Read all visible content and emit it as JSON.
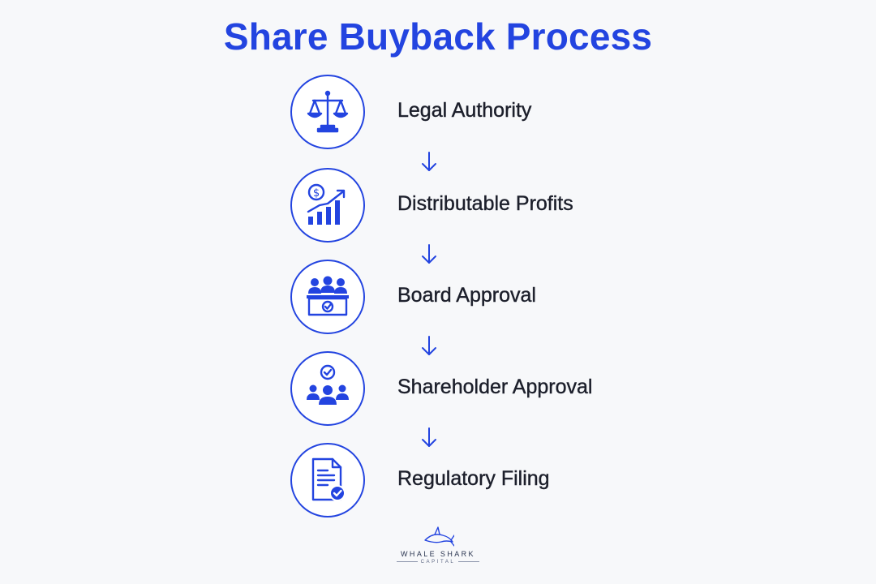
{
  "title": "Share Buyback Process",
  "accent_color": "#2344e0",
  "steps": [
    {
      "label": "Legal Authority",
      "icon": "scales-of-justice-icon"
    },
    {
      "label": "Distributable Profits",
      "icon": "rising-profit-chart-icon"
    },
    {
      "label": "Board Approval",
      "icon": "board-meeting-check-icon"
    },
    {
      "label": "Shareholder Approval",
      "icon": "shareholder-group-check-icon"
    },
    {
      "label": "Regulatory Filing",
      "icon": "document-check-icon"
    }
  ],
  "logo": {
    "name": "WHALE SHARK",
    "subtitle": "CAPITAL"
  }
}
